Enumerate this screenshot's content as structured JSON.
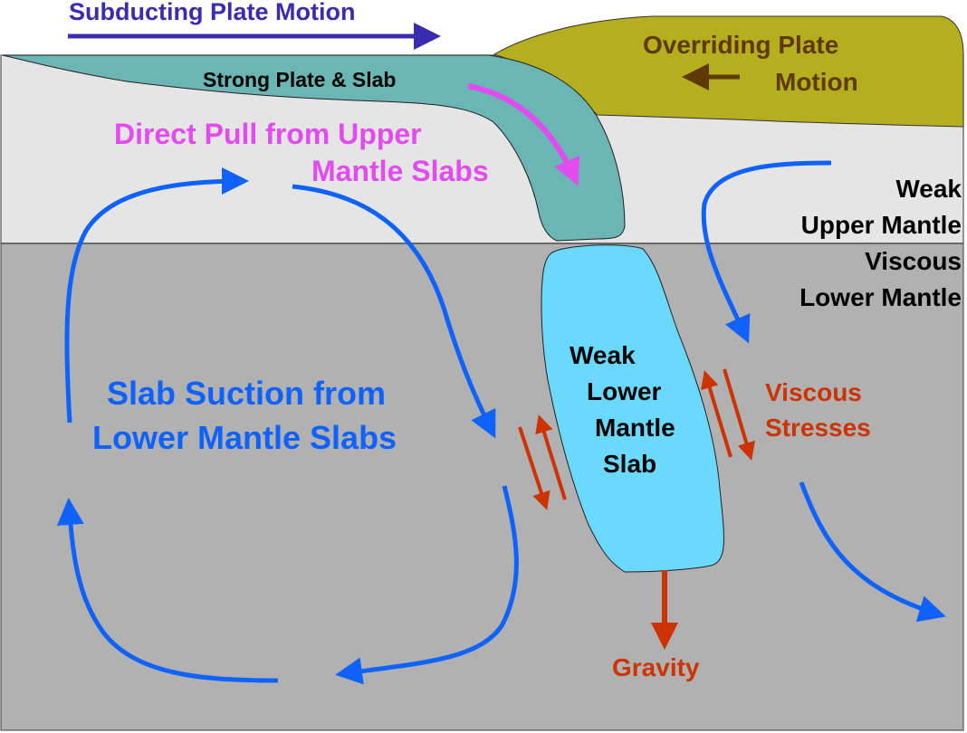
{
  "title": "Subducting Plate Motion",
  "colors": {
    "upper_mantle": "#e5e5e5",
    "lower_mantle": "#b1b1b1",
    "strong_plate": "#6bb5b5",
    "overriding_plate": "#b5ae1e",
    "lower_slab": "#6bd9fd",
    "flow_blue": "#0f62fe",
    "pull_magenta": "#e24bf0",
    "stress_red": "#cc3300",
    "plate_motion_indigo": "#3a2bb0",
    "overriding_text": "#5e3a00"
  },
  "labels": {
    "subducting_motion": "Subducting Plate Motion",
    "overriding_line1": "Overriding Plate",
    "overriding_line2": "Motion",
    "strong_plate": "Strong Plate & Slab",
    "direct_pull_line1": "Direct Pull from Upper",
    "direct_pull_line2": "Mantle Slabs",
    "weak_upper_line1": "Weak",
    "weak_upper_line2": "Upper Mantle",
    "viscous_lower_line1": "Viscous",
    "viscous_lower_line2": "Lower Mantle",
    "slab_suction_line1": "Slab Suction from",
    "slab_suction_line2": "Lower Mantle Slabs",
    "weak_slab_line1": "Weak",
    "weak_slab_line2": "Lower",
    "weak_slab_line3": "Mantle",
    "weak_slab_line4": "Slab",
    "viscous_stresses_line1": "Viscous",
    "viscous_stresses_line2": "Stresses",
    "gravity": "Gravity"
  }
}
